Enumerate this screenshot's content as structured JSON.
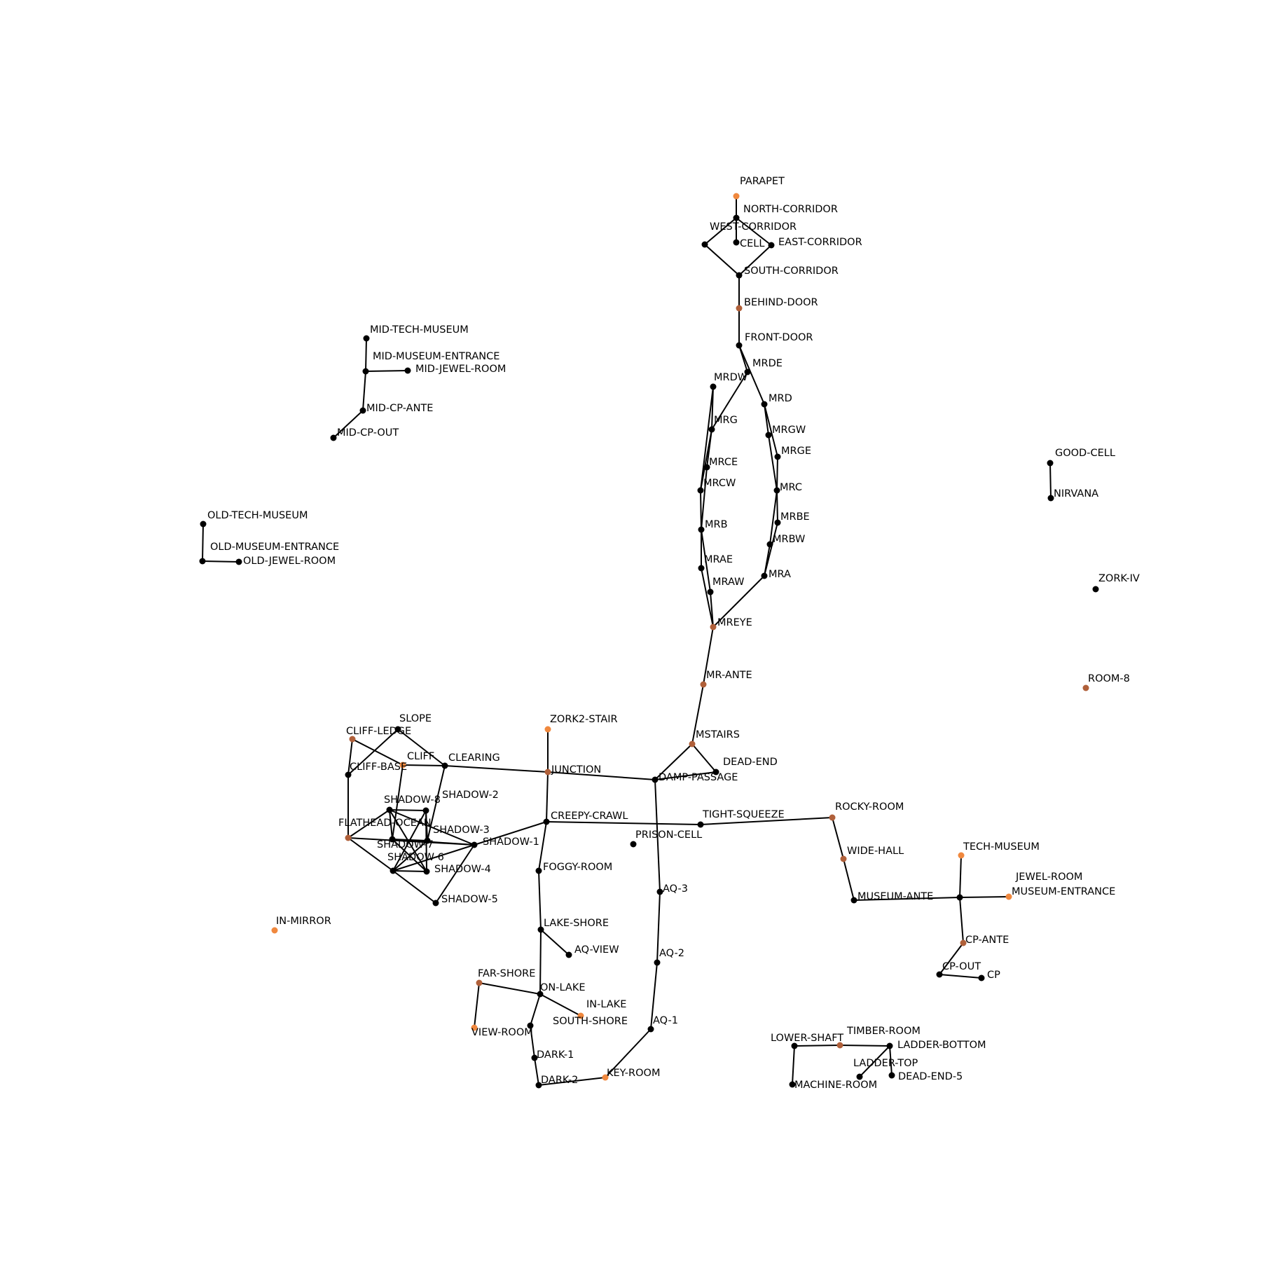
{
  "colors": {
    "default": "#000000",
    "orange": "#f0883e",
    "brown": "#b0603a",
    "edge": "#000000",
    "label": "#000000",
    "background": "#ffffff"
  },
  "nodes": [
    {
      "id": "PARAPET",
      "label": "PARAPET",
      "color": "orange"
    },
    {
      "id": "NORTH-CORRIDOR",
      "label": "NORTH-CORRIDOR",
      "color": "default"
    },
    {
      "id": "WEST-CORRIDOR",
      "label": "WEST-CORRIDOR",
      "color": "default"
    },
    {
      "id": "CELL",
      "label": "CELL",
      "color": "default"
    },
    {
      "id": "EAST-CORRIDOR",
      "label": "EAST-CORRIDOR",
      "color": "default"
    },
    {
      "id": "SOUTH-CORRIDOR",
      "label": "SOUTH-CORRIDOR",
      "color": "default"
    },
    {
      "id": "BEHIND-DOOR",
      "label": "BEHIND-DOOR",
      "color": "brown"
    },
    {
      "id": "FRONT-DOOR",
      "label": "FRONT-DOOR",
      "color": "default"
    },
    {
      "id": "MRDE",
      "label": "MRDE",
      "color": "default"
    },
    {
      "id": "MRDW",
      "label": "MRDW",
      "color": "default"
    },
    {
      "id": "MRD",
      "label": "MRD",
      "color": "default"
    },
    {
      "id": "MRG",
      "label": "MRG",
      "color": "default"
    },
    {
      "id": "MRGW",
      "label": "MRGW",
      "color": "default"
    },
    {
      "id": "MRGE",
      "label": "MRGE",
      "color": "default"
    },
    {
      "id": "MRCE",
      "label": "MRCE",
      "color": "default"
    },
    {
      "id": "MRCW",
      "label": "MRCW",
      "color": "default"
    },
    {
      "id": "MRC",
      "label": "MRC",
      "color": "default"
    },
    {
      "id": "MRBE",
      "label": "MRBE",
      "color": "default"
    },
    {
      "id": "MRB",
      "label": "MRB",
      "color": "default"
    },
    {
      "id": "MRBW",
      "label": "MRBW",
      "color": "default"
    },
    {
      "id": "MRAE",
      "label": "MRAE",
      "color": "default"
    },
    {
      "id": "MRA",
      "label": "MRA",
      "color": "default"
    },
    {
      "id": "MRAW",
      "label": "MRAW",
      "color": "default"
    },
    {
      "id": "MREYE",
      "label": "MREYE",
      "color": "brown"
    },
    {
      "id": "MR-ANTE",
      "label": "MR-ANTE",
      "color": "brown"
    },
    {
      "id": "MSTAIRS",
      "label": "MSTAIRS",
      "color": "brown"
    },
    {
      "id": "DEAD-END",
      "label": "DEAD-END",
      "color": "default"
    },
    {
      "id": "DAMP-PASSAGE",
      "label": "DAMP-PASSAGE",
      "color": "default"
    },
    {
      "id": "MID-TECH-MUSEUM",
      "label": "MID-TECH-MUSEUM",
      "color": "default"
    },
    {
      "id": "MID-MUSEUM-ENTRANCE",
      "label": "MID-MUSEUM-ENTRANCE",
      "color": "default"
    },
    {
      "id": "MID-JEWEL-ROOM",
      "label": "MID-JEWEL-ROOM",
      "color": "default"
    },
    {
      "id": "MID-CP-ANTE",
      "label": "MID-CP-ANTE",
      "color": "default"
    },
    {
      "id": "MID-CP-OUT",
      "label": "MID-CP-OUT",
      "color": "default"
    },
    {
      "id": "OLD-TECH-MUSEUM",
      "label": "OLD-TECH-MUSEUM",
      "color": "default"
    },
    {
      "id": "OLD-MUSEUM-ENTRANCE",
      "label": "OLD-MUSEUM-ENTRANCE",
      "color": "default"
    },
    {
      "id": "OLD-JEWEL-ROOM",
      "label": "OLD-JEWEL-ROOM",
      "color": "default"
    },
    {
      "id": "GOOD-CELL",
      "label": "GOOD-CELL",
      "color": "default"
    },
    {
      "id": "NIRVANA",
      "label": "NIRVANA",
      "color": "default"
    },
    {
      "id": "ZORK-IV",
      "label": "ZORK-IV",
      "color": "default"
    },
    {
      "id": "ROOM-8",
      "label": "ROOM-8",
      "color": "brown"
    },
    {
      "id": "SLOPE",
      "label": "SLOPE",
      "color": "default"
    },
    {
      "id": "CLIFF-LEDGE",
      "label": "CLIFF-LEDGE",
      "color": "brown"
    },
    {
      "id": "CLIFF",
      "label": "CLIFF",
      "color": "orange"
    },
    {
      "id": "CLEARING",
      "label": "CLEARING",
      "color": "default"
    },
    {
      "id": "CLIFF-BASE",
      "label": "CLIFF-BASE",
      "color": "default"
    },
    {
      "id": "ZORK2-STAIR",
      "label": "ZORK2-STAIR",
      "color": "orange"
    },
    {
      "id": "JUNCTION",
      "label": "JUNCTION",
      "color": "brown"
    },
    {
      "id": "SHADOW-2",
      "label": "SHADOW-2",
      "color": "default"
    },
    {
      "id": "SHADOW-8",
      "label": "SHADOW-8",
      "color": "default"
    },
    {
      "id": "FLATHEAD-OCEAN",
      "label": "FLATHEAD-OCEAN",
      "color": "brown"
    },
    {
      "id": "SHADOW-3",
      "label": "SHADOW-3",
      "color": "default"
    },
    {
      "id": "SHADOW-7",
      "label": "SHADOW-7",
      "color": "default"
    },
    {
      "id": "SHADOW-1",
      "label": "SHADOW-1",
      "color": "default"
    },
    {
      "id": "SHADOW-6",
      "label": "SHADOW-6",
      "color": "default"
    },
    {
      "id": "SHADOW-4",
      "label": "SHADOW-4",
      "color": "default"
    },
    {
      "id": "SHADOW-5",
      "label": "SHADOW-5",
      "color": "default"
    },
    {
      "id": "CREEPY-CRAWL",
      "label": "CREEPY-CRAWL",
      "color": "default"
    },
    {
      "id": "TIGHT-SQUEEZE",
      "label": "TIGHT-SQUEEZE",
      "color": "default"
    },
    {
      "id": "ROCKY-ROOM",
      "label": "ROCKY-ROOM",
      "color": "brown"
    },
    {
      "id": "PRISON-CELL",
      "label": "PRISON-CELL",
      "color": "default"
    },
    {
      "id": "WIDE-HALL",
      "label": "WIDE-HALL",
      "color": "brown"
    },
    {
      "id": "TECH-MUSEUM",
      "label": "TECH-MUSEUM",
      "color": "orange"
    },
    {
      "id": "FOGGY-ROOM",
      "label": "FOGGY-ROOM",
      "color": "default"
    },
    {
      "id": "JEWEL-ROOM",
      "label": "JEWEL-ROOM",
      "color": "orange"
    },
    {
      "id": "MUSEUM-ENTRANCE",
      "label": "MUSEUM-ENTRANCE",
      "color": "default"
    },
    {
      "id": "MUSEUM-ANTE",
      "label": "MUSEUM-ANTE",
      "color": "default"
    },
    {
      "id": "AQ-3",
      "label": "AQ-3",
      "color": "default"
    },
    {
      "id": "IN-MIRROR",
      "label": "IN-MIRROR",
      "color": "orange"
    },
    {
      "id": "LAKE-SHORE",
      "label": "LAKE-SHORE",
      "color": "default"
    },
    {
      "id": "CP-ANTE",
      "label": "CP-ANTE",
      "color": "brown"
    },
    {
      "id": "AQ-VIEW",
      "label": "AQ-VIEW",
      "color": "default"
    },
    {
      "id": "AQ-2",
      "label": "AQ-2",
      "color": "default"
    },
    {
      "id": "CP-OUT",
      "label": "CP-OUT",
      "color": "default"
    },
    {
      "id": "CP",
      "label": "CP",
      "color": "default"
    },
    {
      "id": "FAR-SHORE",
      "label": "FAR-SHORE",
      "color": "brown"
    },
    {
      "id": "ON-LAKE",
      "label": "ON-LAKE",
      "color": "default"
    },
    {
      "id": "IN-LAKE",
      "label": "IN-LAKE",
      "color": "orange"
    },
    {
      "id": "SOUTH-SHORE",
      "label": "SOUTH-SHORE",
      "color": "default"
    },
    {
      "id": "VIEW-ROOM",
      "label": "VIEW-ROOM",
      "color": "orange"
    },
    {
      "id": "AQ-1",
      "label": "AQ-1",
      "color": "default"
    },
    {
      "id": "LOWER-SHAFT",
      "label": "LOWER-SHAFT",
      "color": "default"
    },
    {
      "id": "TIMBER-ROOM",
      "label": "TIMBER-ROOM",
      "color": "brown"
    },
    {
      "id": "LADDER-BOTTOM",
      "label": "LADDER-BOTTOM",
      "color": "default"
    },
    {
      "id": "DARK-1",
      "label": "DARK-1",
      "color": "default"
    },
    {
      "id": "LADDER-TOP",
      "label": "LADDER-TOP",
      "color": "default"
    },
    {
      "id": "KEY-ROOM",
      "label": "KEY-ROOM",
      "color": "orange"
    },
    {
      "id": "DEAD-END-5",
      "label": "DEAD-END-5",
      "color": "default"
    },
    {
      "id": "DARK-2",
      "label": "DARK-2",
      "color": "default"
    },
    {
      "id": "MACHINE-ROOM",
      "label": "MACHINE-ROOM",
      "color": "default"
    }
  ],
  "edges": [
    [
      "PARAPET",
      "NORTH-CORRIDOR"
    ],
    [
      "NORTH-CORRIDOR",
      "CELL"
    ],
    [
      "NORTH-CORRIDOR",
      "WEST-CORRIDOR"
    ],
    [
      "NORTH-CORRIDOR",
      "EAST-CORRIDOR"
    ],
    [
      "WEST-CORRIDOR",
      "SOUTH-CORRIDOR"
    ],
    [
      "EAST-CORRIDOR",
      "SOUTH-CORRIDOR"
    ],
    [
      "SOUTH-CORRIDOR",
      "BEHIND-DOOR"
    ],
    [
      "BEHIND-DOOR",
      "FRONT-DOOR"
    ],
    [
      "FRONT-DOOR",
      "MRDE"
    ],
    [
      "FRONT-DOOR",
      "MRD"
    ],
    [
      "MRDE",
      "MRG"
    ],
    [
      "MRDW",
      "MRG"
    ],
    [
      "MRDW",
      "MRCW"
    ],
    [
      "MRD",
      "MRGW"
    ],
    [
      "MRD",
      "MRGE"
    ],
    [
      "MRG",
      "MRCE"
    ],
    [
      "MRG",
      "MRCW"
    ],
    [
      "MRGW",
      "MRC"
    ],
    [
      "MRGE",
      "MRC"
    ],
    [
      "MRCE",
      "MRB"
    ],
    [
      "MRCW",
      "MRB"
    ],
    [
      "MRC",
      "MRBE"
    ],
    [
      "MRC",
      "MRBW"
    ],
    [
      "MRB",
      "MRAE"
    ],
    [
      "MRB",
      "MRAW"
    ],
    [
      "MRBE",
      "MRA"
    ],
    [
      "MRBW",
      "MRA"
    ],
    [
      "MRAE",
      "MREYE"
    ],
    [
      "MRAW",
      "MREYE"
    ],
    [
      "MRA",
      "MREYE"
    ],
    [
      "MREYE",
      "MR-ANTE"
    ],
    [
      "MR-ANTE",
      "MSTAIRS"
    ],
    [
      "MSTAIRS",
      "DEAD-END"
    ],
    [
      "MSTAIRS",
      "DAMP-PASSAGE"
    ],
    [
      "DEAD-END",
      "DAMP-PASSAGE"
    ],
    [
      "MID-TECH-MUSEUM",
      "MID-MUSEUM-ENTRANCE"
    ],
    [
      "MID-MUSEUM-ENTRANCE",
      "MID-JEWEL-ROOM"
    ],
    [
      "MID-MUSEUM-ENTRANCE",
      "MID-CP-ANTE"
    ],
    [
      "MID-CP-ANTE",
      "MID-CP-OUT"
    ],
    [
      "OLD-TECH-MUSEUM",
      "OLD-MUSEUM-ENTRANCE"
    ],
    [
      "OLD-MUSEUM-ENTRANCE",
      "OLD-JEWEL-ROOM"
    ],
    [
      "GOOD-CELL",
      "NIRVANA"
    ],
    [
      "SLOPE",
      "CLIFF-BASE"
    ],
    [
      "SLOPE",
      "CLEARING"
    ],
    [
      "CLIFF-LEDGE",
      "CLIFF"
    ],
    [
      "CLIFF-LEDGE",
      "CLIFF-BASE"
    ],
    [
      "CLIFF",
      "CLEARING"
    ],
    [
      "CLIFF",
      "SHADOW-7"
    ],
    [
      "CLEARING",
      "JUNCTION"
    ],
    [
      "CLEARING",
      "SHADOW-3"
    ],
    [
      "CLIFF-BASE",
      "FLATHEAD-OCEAN"
    ],
    [
      "ZORK2-STAIR",
      "JUNCTION"
    ],
    [
      "JUNCTION",
      "DAMP-PASSAGE"
    ],
    [
      "JUNCTION",
      "CREEPY-CRAWL"
    ],
    [
      "SHADOW-8",
      "SHADOW-2"
    ],
    [
      "SHADOW-8",
      "FLATHEAD-OCEAN"
    ],
    [
      "SHADOW-8",
      "SHADOW-7"
    ],
    [
      "SHADOW-8",
      "SHADOW-1"
    ],
    [
      "SHADOW-8",
      "SHADOW-4"
    ],
    [
      "SHADOW-2",
      "SHADOW-3"
    ],
    [
      "SHADOW-2",
      "SHADOW-6"
    ],
    [
      "SHADOW-2",
      "SHADOW-4"
    ],
    [
      "FLATHEAD-OCEAN",
      "SHADOW-1"
    ],
    [
      "FLATHEAD-OCEAN",
      "SHADOW-6"
    ],
    [
      "SHADOW-7",
      "SHADOW-3"
    ],
    [
      "SHADOW-7",
      "SHADOW-4"
    ],
    [
      "SHADOW-7",
      "SHADOW-1"
    ],
    [
      "SHADOW-3",
      "SHADOW-6"
    ],
    [
      "SHADOW-6",
      "SHADOW-4"
    ],
    [
      "SHADOW-6",
      "SHADOW-5"
    ],
    [
      "SHADOW-6",
      "SHADOW-1"
    ],
    [
      "SHADOW-1",
      "SHADOW-5"
    ],
    [
      "SHADOW-1",
      "CREEPY-CRAWL"
    ],
    [
      "CREEPY-CRAWL",
      "TIGHT-SQUEEZE"
    ],
    [
      "CREEPY-CRAWL",
      "FOGGY-ROOM"
    ],
    [
      "TIGHT-SQUEEZE",
      "ROCKY-ROOM"
    ],
    [
      "ROCKY-ROOM",
      "WIDE-HALL"
    ],
    [
      "WIDE-HALL",
      "MUSEUM-ANTE"
    ],
    [
      "MUSEUM-ANTE",
      "MUSEUM-ENTRANCE"
    ],
    [
      "MUSEUM-ENTRANCE",
      "TECH-MUSEUM"
    ],
    [
      "MUSEUM-ENTRANCE",
      "JEWEL-ROOM"
    ],
    [
      "MUSEUM-ENTRANCE",
      "CP-ANTE"
    ],
    [
      "CP-ANTE",
      "CP-OUT"
    ],
    [
      "CP-OUT",
      "CP"
    ],
    [
      "DAMP-PASSAGE",
      "AQ-3"
    ],
    [
      "AQ-3",
      "AQ-2"
    ],
    [
      "AQ-2",
      "AQ-1"
    ],
    [
      "AQ-1",
      "KEY-ROOM"
    ],
    [
      "KEY-ROOM",
      "DARK-2"
    ],
    [
      "DARK-2",
      "DARK-1"
    ],
    [
      "DARK-1",
      "SOUTH-SHORE"
    ],
    [
      "SOUTH-SHORE",
      "ON-LAKE"
    ],
    [
      "FOGGY-ROOM",
      "LAKE-SHORE"
    ],
    [
      "LAKE-SHORE",
      "AQ-VIEW"
    ],
    [
      "LAKE-SHORE",
      "ON-LAKE"
    ],
    [
      "ON-LAKE",
      "FAR-SHORE"
    ],
    [
      "ON-LAKE",
      "IN-LAKE"
    ],
    [
      "FAR-SHORE",
      "VIEW-ROOM"
    ],
    [
      "LOWER-SHAFT",
      "TIMBER-ROOM"
    ],
    [
      "LOWER-SHAFT",
      "MACHINE-ROOM"
    ],
    [
      "TIMBER-ROOM",
      "LADDER-BOTTOM"
    ],
    [
      "LADDER-BOTTOM",
      "LADDER-TOP"
    ],
    [
      "LADDER-BOTTOM",
      "DEAD-END-5"
    ]
  ]
}
